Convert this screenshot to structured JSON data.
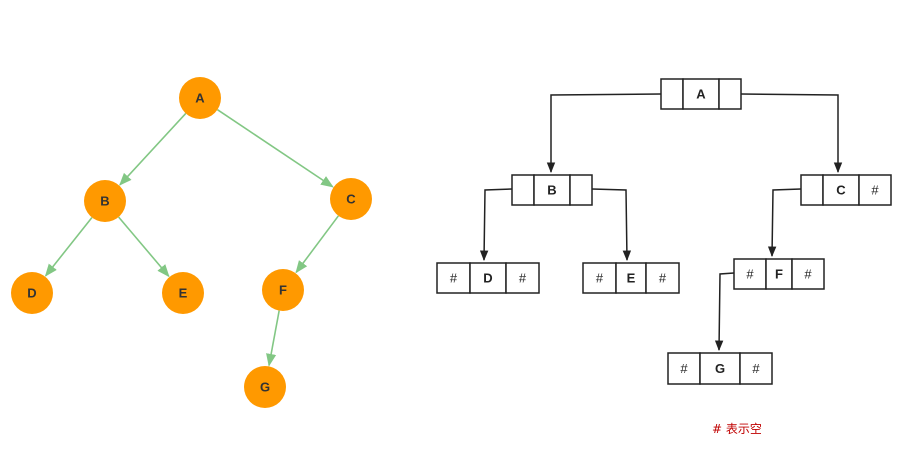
{
  "colors": {
    "node_fill": "#FF9900",
    "tree_edge": "#82C784",
    "link": "#222222",
    "legend": "#C00000"
  },
  "left_tree": {
    "nodes": [
      "A",
      "B",
      "C",
      "D",
      "E",
      "F",
      "G"
    ],
    "edges": [
      [
        "A",
        "B"
      ],
      [
        "A",
        "C"
      ],
      [
        "B",
        "D"
      ],
      [
        "B",
        "E"
      ],
      [
        "C",
        "F"
      ],
      [
        "F",
        "G"
      ]
    ]
  },
  "right_tree": {
    "nodes": [
      {
        "id": "A",
        "left": "",
        "right": ""
      },
      {
        "id": "B",
        "left": "",
        "right": ""
      },
      {
        "id": "C",
        "left": "",
        "right": "#"
      },
      {
        "id": "D",
        "left": "#",
        "right": "#"
      },
      {
        "id": "E",
        "left": "#",
        "right": "#"
      },
      {
        "id": "F",
        "left": "#",
        "right": "#"
      },
      {
        "id": "G",
        "left": "#",
        "right": "#"
      }
    ],
    "links": [
      [
        "A",
        "B"
      ],
      [
        "A",
        "C"
      ],
      [
        "B",
        "D"
      ],
      [
        "B",
        "E"
      ],
      [
        "C",
        "F"
      ],
      [
        "F",
        "G"
      ]
    ]
  },
  "legend": "# 表示空"
}
